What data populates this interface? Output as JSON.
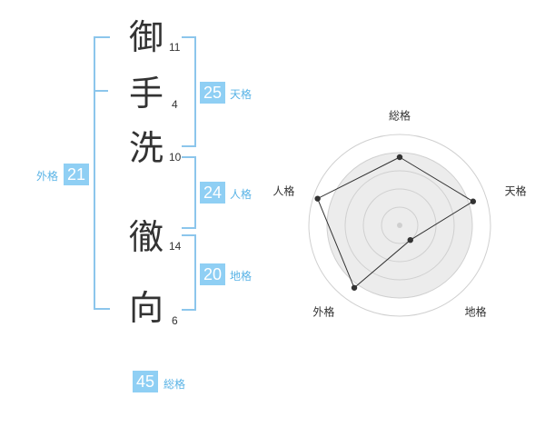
{
  "name": {
    "chars": [
      {
        "char": "御",
        "strokes": "11"
      },
      {
        "char": "手",
        "strokes": "4"
      },
      {
        "char": "洗",
        "strokes": "10"
      },
      {
        "char": "徹",
        "strokes": "14"
      },
      {
        "char": "向",
        "strokes": "6"
      }
    ]
  },
  "fortune": {
    "tenkaku": {
      "value": "25",
      "label": "天格"
    },
    "jinkaku": {
      "value": "24",
      "label": "人格"
    },
    "chikaku": {
      "value": "20",
      "label": "地格"
    },
    "gaikaku": {
      "value": "21",
      "label": "外格"
    },
    "soukaku": {
      "value": "45",
      "label": "総格"
    }
  },
  "colors": {
    "accent": "#8fcff4",
    "bracket": "#8cc6ec",
    "label": "#59b3e6",
    "fill": "#ececec"
  },
  "chart_data": {
    "type": "radar",
    "axes": [
      "総格",
      "天格",
      "地格",
      "外格",
      "人格"
    ],
    "values": [
      0.75,
      0.85,
      0.2,
      0.85,
      0.95
    ],
    "rings": 5,
    "max": 1
  }
}
